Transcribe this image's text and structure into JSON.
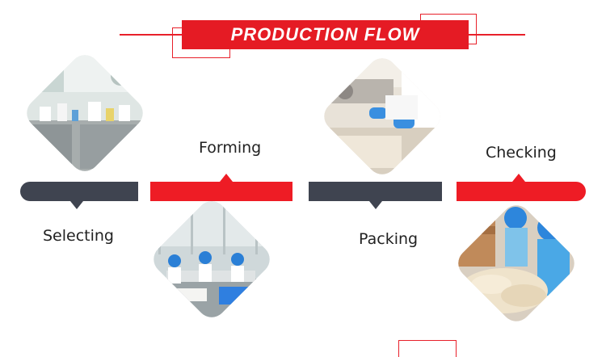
{
  "header": {
    "title": "PRODUCTION FLOW"
  },
  "colors": {
    "accent_red": "#e51b24",
    "bar_dark": "#3f4450",
    "bar_red": "#ee1c25"
  },
  "steps": [
    {
      "label": "Selecting",
      "photo": "factory-lab-photo"
    },
    {
      "label": "Forming",
      "photo": "forming-line-photo"
    },
    {
      "label": "Packing",
      "photo": "packing-machine-photo"
    },
    {
      "label": "Checking",
      "photo": "checking-workers-photo"
    }
  ]
}
